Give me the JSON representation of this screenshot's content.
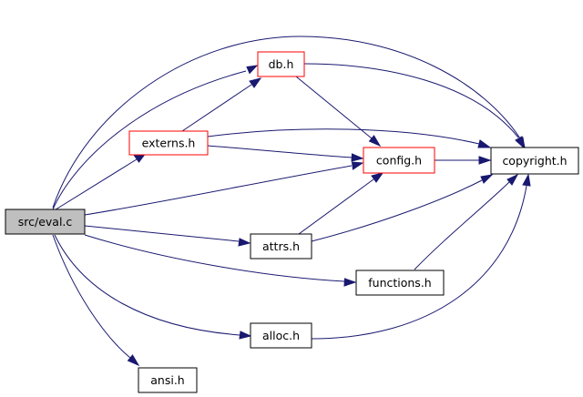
{
  "graph": {
    "colors": {
      "edge": "#191970",
      "root_fill": "#bfbfbf",
      "default_border": "#000000",
      "highlight_border": "#ff0000",
      "node_fill": "#ffffff"
    },
    "nodes": {
      "eval": {
        "label": "src/eval.c",
        "style": "root"
      },
      "db": {
        "label": "db.h",
        "style": "highlight"
      },
      "externs": {
        "label": "externs.h",
        "style": "highlight"
      },
      "config": {
        "label": "config.h",
        "style": "highlight"
      },
      "copyright": {
        "label": "copyright.h",
        "style": "normal"
      },
      "attrs": {
        "label": "attrs.h",
        "style": "normal"
      },
      "functions": {
        "label": "functions.h",
        "style": "normal"
      },
      "alloc": {
        "label": "alloc.h",
        "style": "normal"
      },
      "ansi": {
        "label": "ansi.h",
        "style": "normal"
      }
    },
    "edges": [
      {
        "from": "eval",
        "to": "db"
      },
      {
        "from": "eval",
        "to": "externs"
      },
      {
        "from": "eval",
        "to": "config"
      },
      {
        "from": "eval",
        "to": "copyright"
      },
      {
        "from": "eval",
        "to": "attrs"
      },
      {
        "from": "eval",
        "to": "functions"
      },
      {
        "from": "eval",
        "to": "alloc"
      },
      {
        "from": "eval",
        "to": "ansi"
      },
      {
        "from": "externs",
        "to": "db"
      },
      {
        "from": "externs",
        "to": "config"
      },
      {
        "from": "externs",
        "to": "copyright"
      },
      {
        "from": "db",
        "to": "config"
      },
      {
        "from": "db",
        "to": "copyright"
      },
      {
        "from": "config",
        "to": "copyright"
      },
      {
        "from": "attrs",
        "to": "config"
      },
      {
        "from": "attrs",
        "to": "copyright"
      },
      {
        "from": "functions",
        "to": "copyright"
      },
      {
        "from": "alloc",
        "to": "copyright"
      }
    ]
  }
}
